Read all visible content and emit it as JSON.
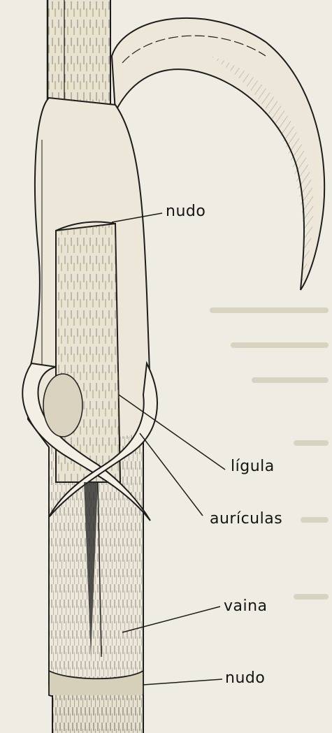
{
  "labels": {
    "nudo_upper": "nudo",
    "ligula": "lígula",
    "auriculas": "aurículas",
    "vaina": "vaina",
    "nudo_lower": "nudo"
  },
  "colors": {
    "paper": "#efece3",
    "ink": "#1c1c1c",
    "stem": "#e6e0cf",
    "hatch_accent": "#9a9a4a"
  }
}
